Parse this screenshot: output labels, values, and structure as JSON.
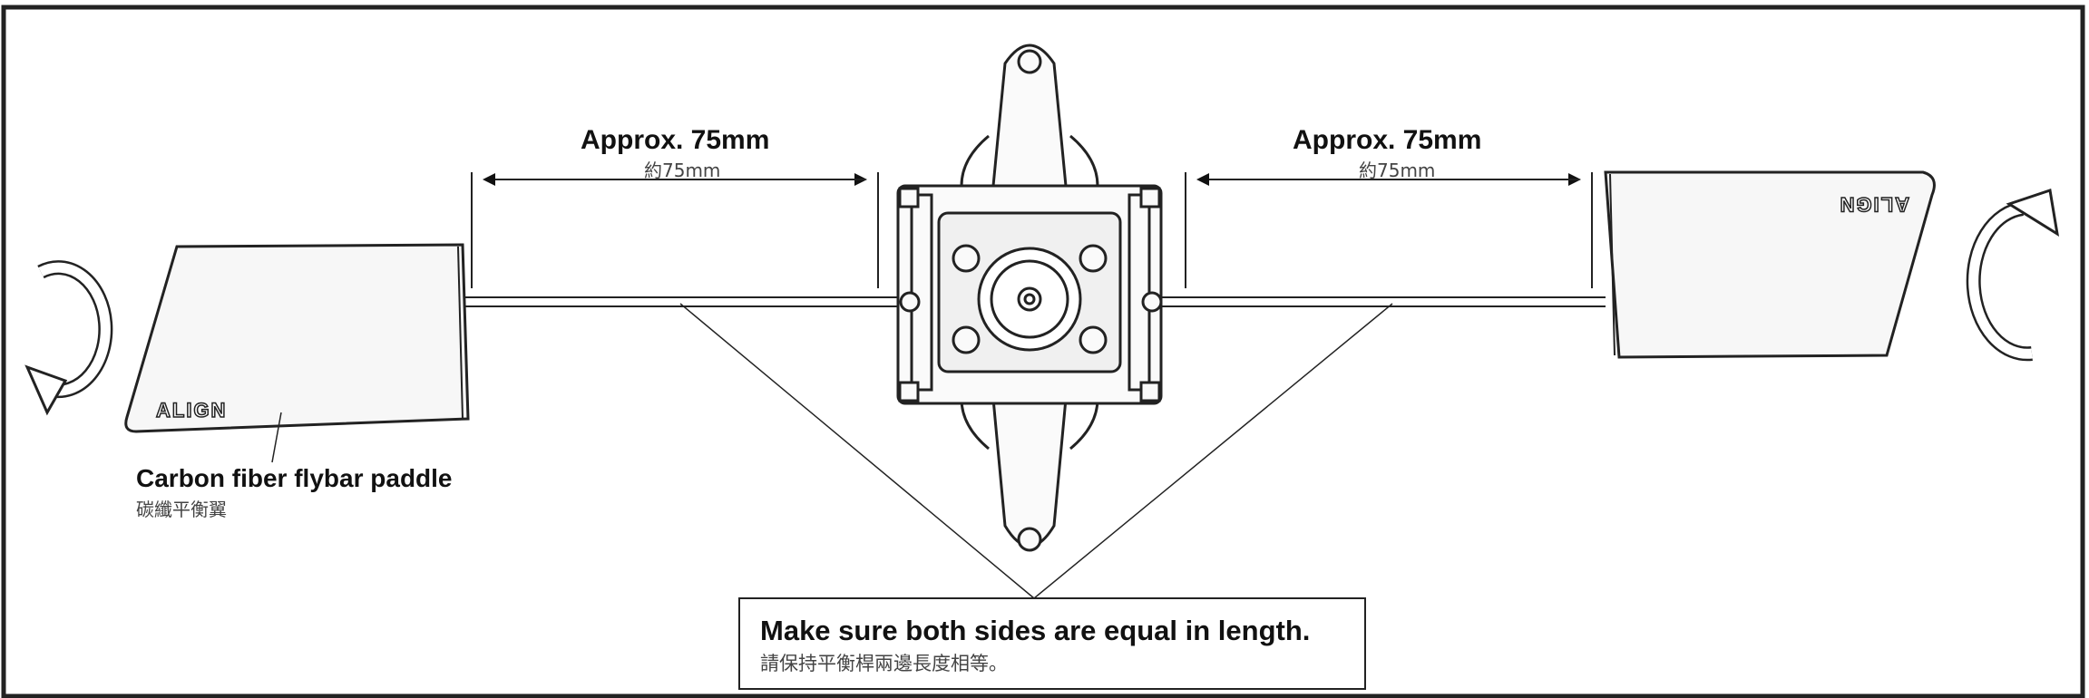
{
  "left_dimension": {
    "label": "Approx. 75mm",
    "sublabel": "約75mm"
  },
  "right_dimension": {
    "label": "Approx. 75mm",
    "sublabel": "約75mm"
  },
  "left_paddle": {
    "logo": "ALIGN"
  },
  "right_paddle": {
    "logo": "ALIGN"
  },
  "paddle_callout": {
    "label": "Carbon fiber flybar paddle",
    "sublabel": "碳纖平衡翼"
  },
  "note": {
    "label": "Make sure both sides are equal in length.",
    "sublabel": "請保持平衡桿兩邊長度相等。"
  }
}
